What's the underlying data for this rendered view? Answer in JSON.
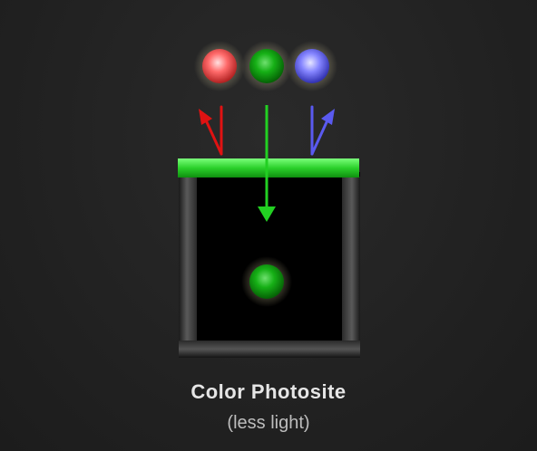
{
  "title": "Color Photosite",
  "subtitle": "(less light)",
  "colors": {
    "background": "#222222",
    "red_light": "#ff5555",
    "green_light": "#11aa11",
    "blue_light": "#7777ff",
    "filter": "#33dd33",
    "red_arrow": "#dd1111",
    "green_arrow": "#22cc22",
    "blue_arrow": "#5555ee",
    "well": "#444444"
  },
  "icons": [
    "red-light-dot",
    "green-light-dot",
    "blue-light-dot",
    "red-reflected-arrow",
    "green-transmitted-arrow",
    "blue-reflected-arrow",
    "green-filter-bar",
    "photosite-well",
    "captured-green-dot"
  ]
}
